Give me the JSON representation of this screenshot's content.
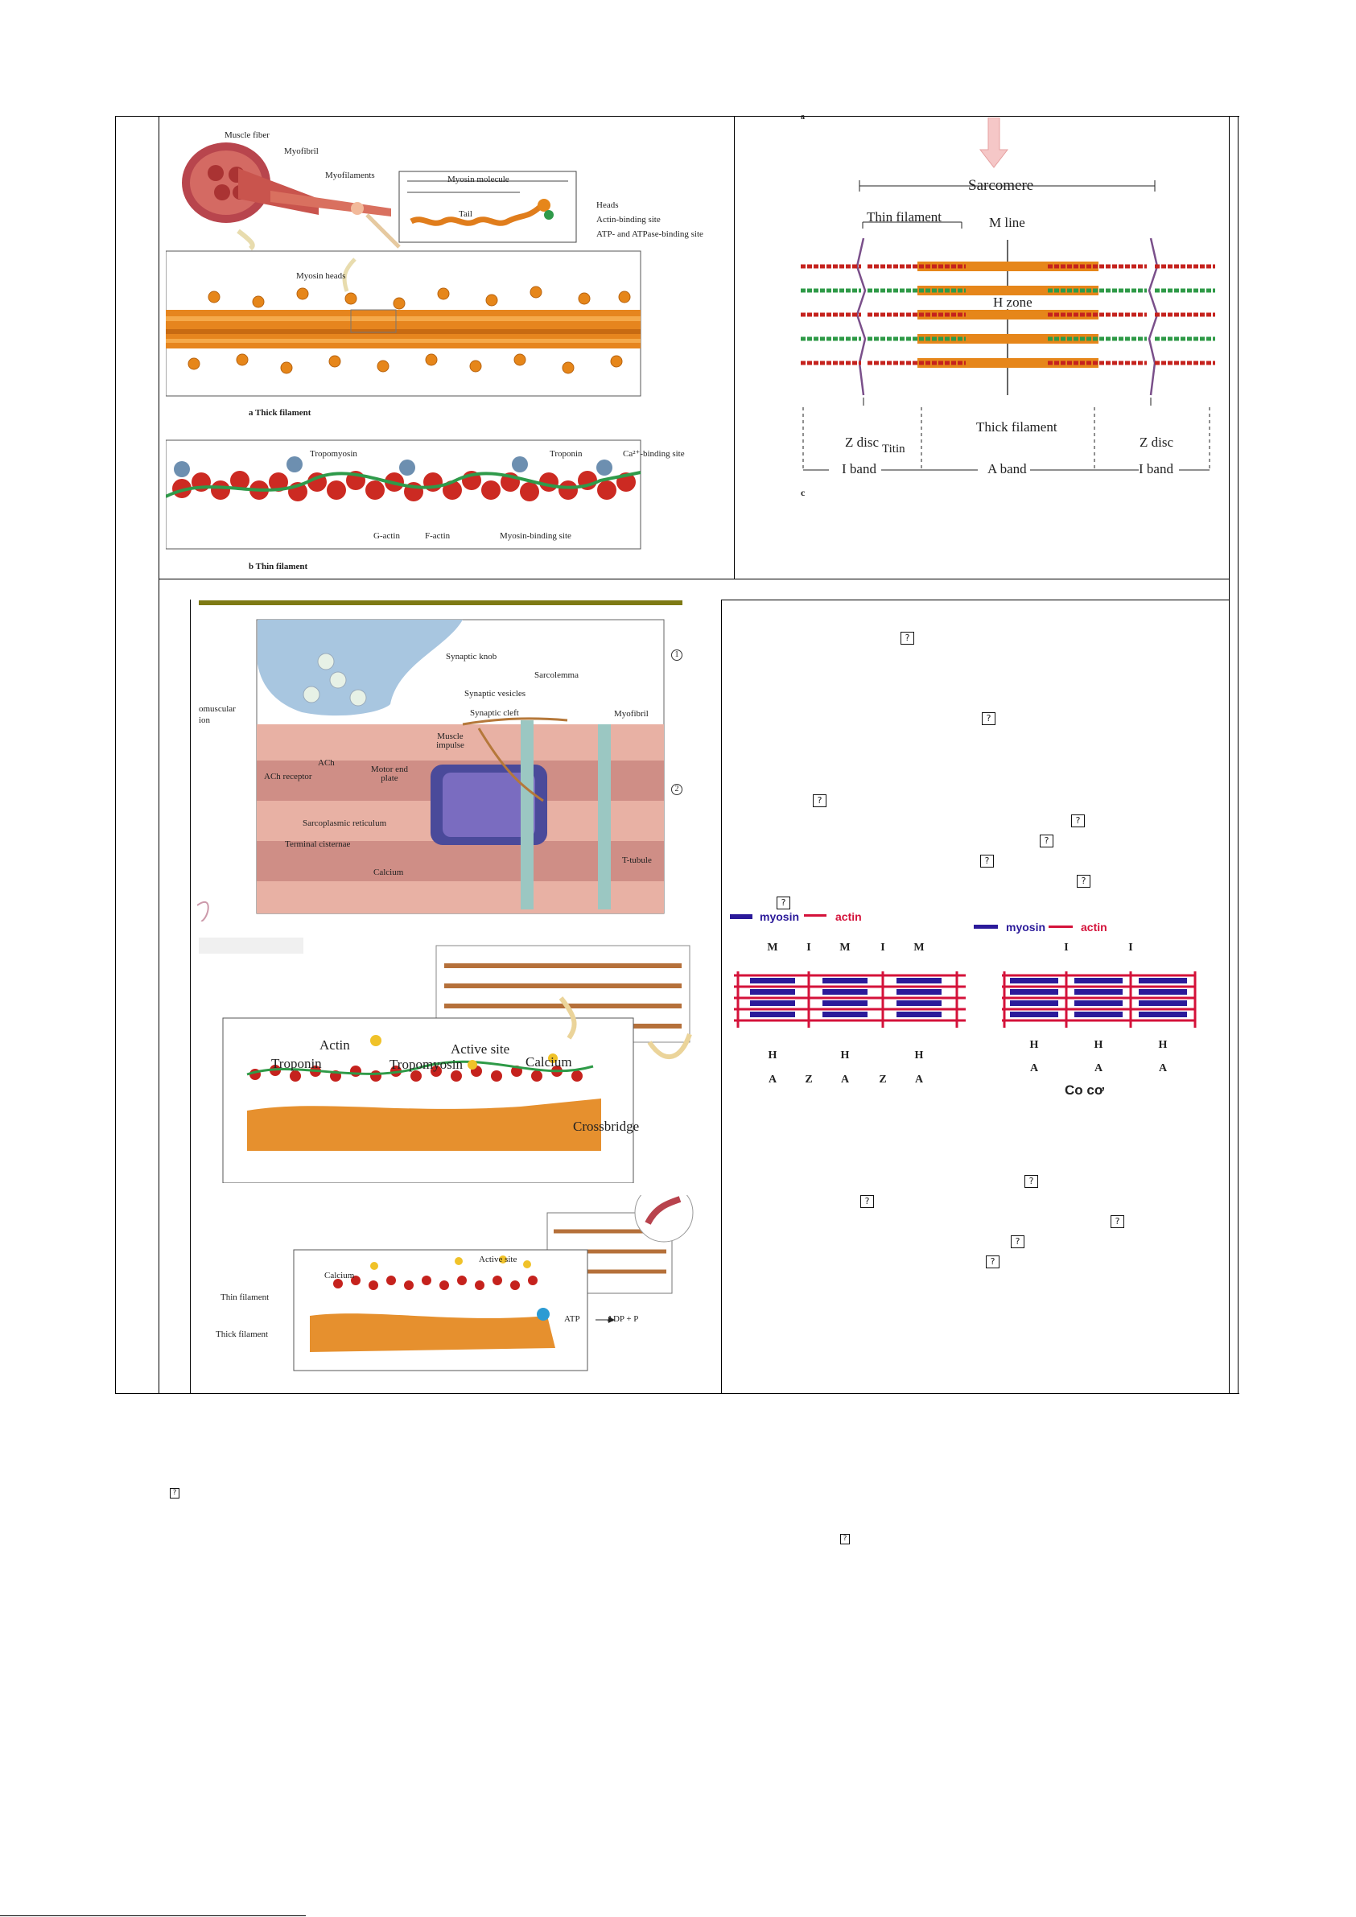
{
  "fig_a": {
    "muscle_fiber": "Muscle fiber",
    "myofibril": "Myofibril",
    "myofilaments": "Myofilaments",
    "myosin_molecule": "Myosin molecule",
    "tail": "Tail",
    "heads": "Heads",
    "actin_binding_site": "Actin-binding site",
    "atp_binding_site": "ATP- and ATPase-binding site",
    "myosin_heads": "Myosin heads",
    "caption": "a  Thick filament"
  },
  "fig_b": {
    "tropomyosin": "Tropomyosin",
    "troponin": "Troponin",
    "ca_binding_site": "Ca²⁺-binding site",
    "g_actin": "G-actin",
    "f_actin": "F-actin",
    "myosin_binding_site": "Myosin-binding site",
    "caption": "b  Thin filament"
  },
  "fig_c": {
    "top_letter": "a",
    "sarcomere": "Sarcomere",
    "thin_filament": "Thin filament",
    "m_line": "M line",
    "h_zone": "H zone",
    "z_disc_left": "Z disc",
    "titin": "Titin",
    "thick_filament": "Thick filament",
    "z_disc_right": "Z disc",
    "i_band_left": "I band",
    "a_band": "A band",
    "i_band_right": "I band",
    "bottom_letter": "c"
  },
  "nmj": {
    "synaptic_knob": "Synaptic knob",
    "sarcolemma": "Sarcolemma",
    "synaptic_vesicles": "Synaptic vesicles",
    "synaptic_cleft": "Synaptic cleft",
    "neuromuscular": "omuscular",
    "junction": "ion",
    "myofibril": "Myofibril",
    "muscle_impulse": "Muscle impulse",
    "ach": "ACh",
    "ach_receptor": "ACh receptor",
    "motor_end_plate": "Motor end plate",
    "sarcoplasmic_reticulum": "Sarcoplasmic reticulum",
    "terminal_cisternae": "Terminal cisternae",
    "calcium": "Calcium",
    "t_tubule": "T-tubule",
    "step1": "1",
    "step2": "2"
  },
  "crossbridge": {
    "actin": "Actin",
    "active_site": "Active site",
    "troponin": "Troponin",
    "tropomyosin": "Tropomyosin",
    "calcium": "Calcium",
    "crossbridge": "Crossbridge"
  },
  "atp_fig": {
    "active_site": "Active site",
    "calcium": "Calcium",
    "thin_filament": "Thin filament",
    "thick_filament": "Thick filament",
    "atp": "ATP",
    "adp": "ADP + P"
  },
  "sliding": {
    "legend_myosin": "myosin",
    "legend_actin": "actin",
    "relaxed_top": [
      "M",
      "I",
      "M",
      "I",
      "M"
    ],
    "relaxed_h": [
      "H",
      "H",
      "H"
    ],
    "relaxed_bottom": [
      "A",
      "Z",
      "A",
      "Z",
      "A"
    ],
    "contracted_top": [
      "I",
      "I"
    ],
    "contracted_h": [
      "H",
      "H",
      "H"
    ],
    "contracted_bottom": [
      "A",
      "A",
      "A"
    ],
    "contracted_caption": "Co cơ",
    "myosin_color": "#2b1a9a",
    "actin_color": "#d4123a"
  },
  "glyph": "?",
  "footer_left_glyph": "?",
  "footer_mid_glyph": "?"
}
